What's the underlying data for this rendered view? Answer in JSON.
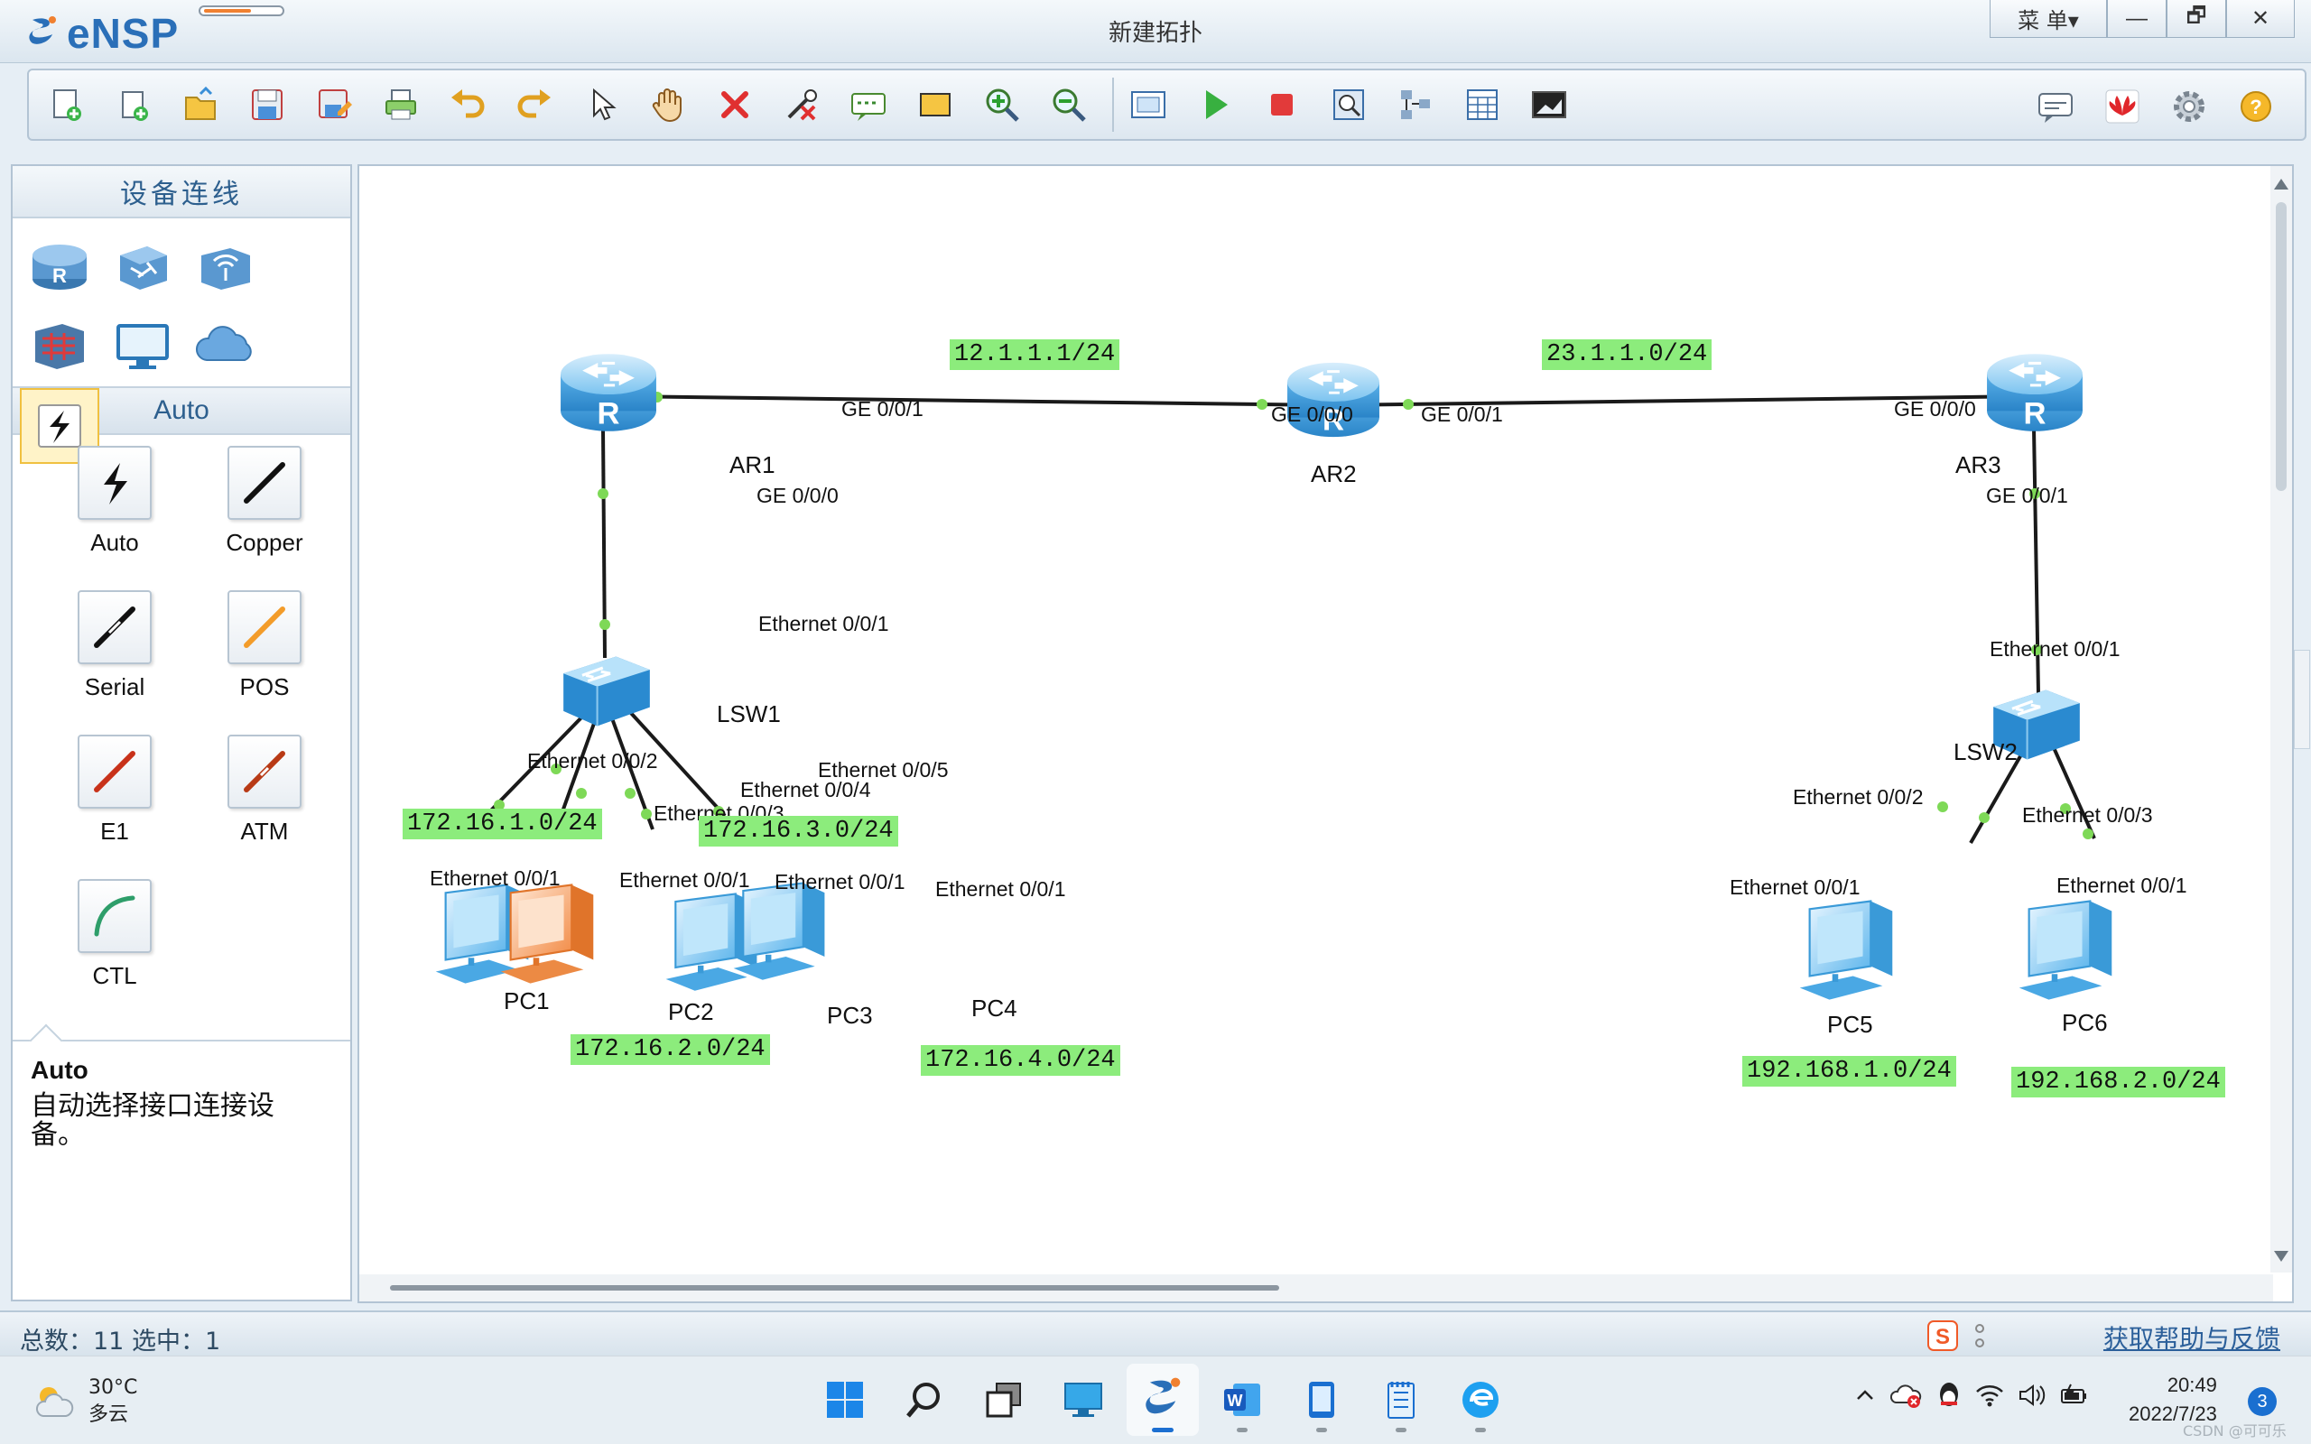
{
  "app": {
    "name": "eNSP",
    "window_title": "新建拓扑"
  },
  "window_controls": {
    "menu": "菜 单▾",
    "minimize": "—",
    "maximize": "🗗",
    "close": "✕"
  },
  "toolbar": {
    "left_icons": [
      "new-topology-icon",
      "new-example-icon",
      "open-icon",
      "save-icon",
      "save-as-icon",
      "print-icon",
      "undo-icon",
      "redo-icon",
      "select-pointer-icon",
      "pan-hand-icon",
      "delete-icon",
      "delete-link-icon",
      "text-note-icon",
      "rectangle-icon",
      "zoom-in-icon",
      "zoom-out-icon",
      "fit-view-icon",
      "start-device-icon",
      "stop-device-icon",
      "capture-icon",
      "topology-icon",
      "grid-icon",
      "screenshot-icon"
    ],
    "right_icons": [
      "chat-icon",
      "huawei-icon",
      "settings-icon",
      "help-icon"
    ]
  },
  "left_panel": {
    "header": "设备连线",
    "categories": [
      "router",
      "switch",
      "wireless",
      "firewall",
      "pc-terminal",
      "cloud",
      "connection"
    ],
    "selected_category": "connection",
    "subcategory": "Auto",
    "cables": [
      {
        "label": "Auto",
        "color": "#111111"
      },
      {
        "label": "Copper",
        "color": "#111111"
      },
      {
        "label": "Serial",
        "color": "#111111"
      },
      {
        "label": "POS",
        "color": "#f39c2a"
      },
      {
        "label": "E1",
        "color": "#c8321a"
      },
      {
        "label": "ATM",
        "color": "#b83a16"
      },
      {
        "label": "CTL",
        "color": "#2e9e6a"
      }
    ],
    "description": {
      "title": "Auto",
      "text": "自动选择接口连接设备。"
    }
  },
  "topology": {
    "devices": [
      {
        "name": "AR1",
        "type": "router"
      },
      {
        "name": "AR2",
        "type": "router"
      },
      {
        "name": "AR3",
        "type": "router"
      },
      {
        "name": "LSW1",
        "type": "switch"
      },
      {
        "name": "LSW2",
        "type": "switch"
      },
      {
        "name": "PC1",
        "type": "pc"
      },
      {
        "name": "PC2",
        "type": "pc-orange"
      },
      {
        "name": "PC3",
        "type": "pc"
      },
      {
        "name": "PC4",
        "type": "pc"
      },
      {
        "name": "PC5",
        "type": "pc"
      },
      {
        "name": "PC6",
        "type": "pc"
      }
    ],
    "interfaces": [
      "GE 0/0/1",
      "GE 0/0/0",
      "GE 0/0/1",
      "GE 0/0/0",
      "GE 0/0/0",
      "GE 0/0/1",
      "Ethernet 0/0/1",
      "Ethernet 0/0/2",
      "Ethernet 0/0/5",
      "Ethernet 0/0/4",
      "Ethernet 0/0/3",
      "Ethernet 0/0/1",
      "Ethernet 0/0/1",
      "Ethernet 0/0/1",
      "Ethernet 0/0/1",
      "Ethernet 0/0/1",
      "Ethernet 0/0/2",
      "Ethernet 0/0/3",
      "Ethernet 0/0/1",
      "Ethernet 0/0/1"
    ],
    "networks": [
      "12.1.1.1/24",
      "23.1.1.0/24",
      "172.16.1.0/24",
      "172.16.3.0/24",
      "172.16.2.0/24",
      "172.16.4.0/24",
      "192.168.1.0/24",
      "192.168.2.0/24"
    ],
    "link_color": "#1a1a1a",
    "port_dot_color": "#7ed957",
    "label_bg": "#8cec7c"
  },
  "statusbar": {
    "text": "总数：11  选中：1",
    "help_link": "获取帮助与反馈"
  },
  "taskbar": {
    "weather": {
      "temp": "30°C",
      "desc": "多云"
    },
    "apps": [
      "windows-start-icon",
      "search-icon",
      "task-view-icon",
      "desktop-monitor-icon",
      "ensp-app-icon",
      "word-icon",
      "tablet-icon",
      "notepad-icon",
      "browser-icon"
    ],
    "clock": {
      "time": "20:49",
      "date": "2022/7/23"
    },
    "notifications": "3",
    "watermark": "CSDN @可可乐"
  }
}
